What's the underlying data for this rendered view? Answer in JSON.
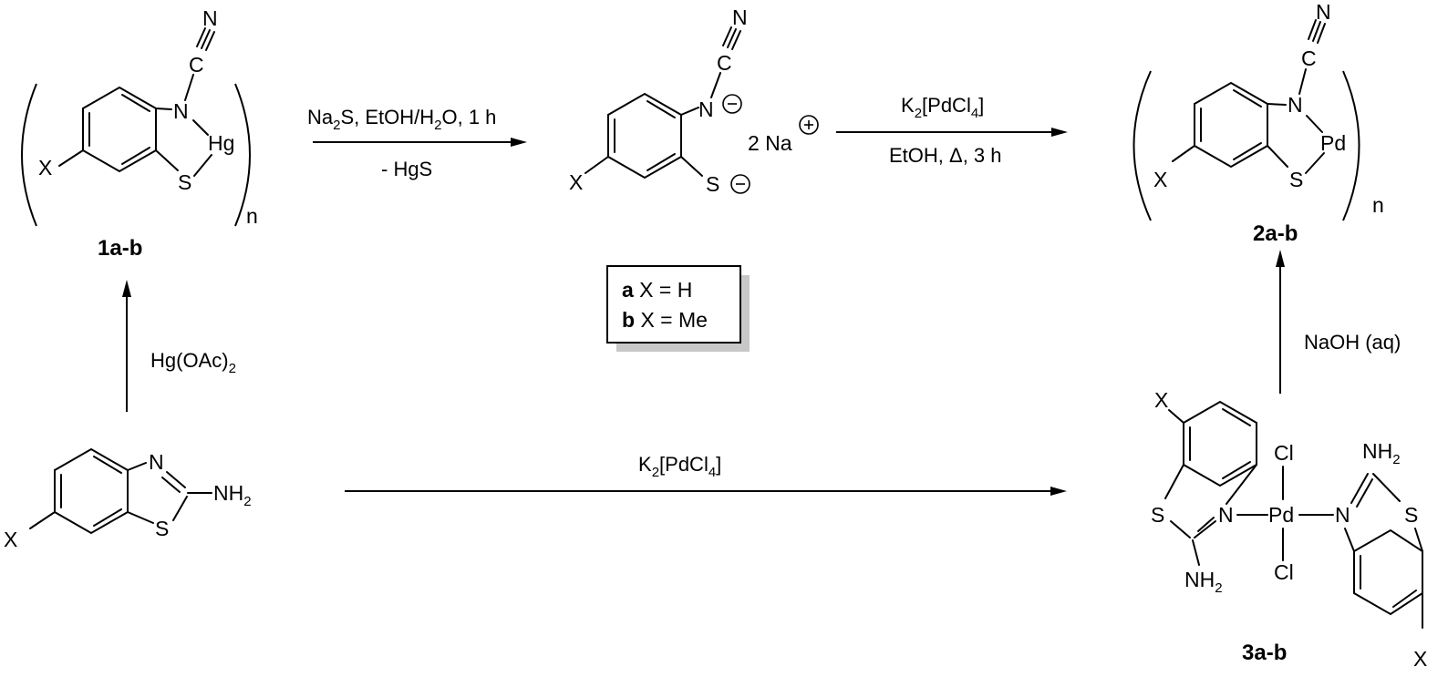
{
  "compounds": {
    "c1": {
      "label": "1a-b",
      "subscript": "n",
      "substituent": "X",
      "atoms": {
        "n": "N",
        "c": "C",
        "n_cyano": "N",
        "hg": "Hg",
        "s": "S"
      }
    },
    "intermediate": {
      "substituent": "X",
      "atoms": {
        "n": "N",
        "c": "C",
        "n_cyano": "N",
        "s": "S"
      },
      "counterion_count": "2 Na"
    },
    "c2": {
      "label": "2a-b",
      "subscript": "n",
      "substituent": "X",
      "atoms": {
        "n": "N",
        "c": "C",
        "n_cyano": "N",
        "pd": "Pd",
        "s": "S"
      }
    },
    "start": {
      "substituent": "X",
      "atoms": {
        "n": "N",
        "s": "S",
        "nh": "NH",
        "sub_2": "2"
      }
    },
    "c3": {
      "label": "3a-b",
      "substituent_top": "X",
      "substituent_bottom": "X",
      "atoms": {
        "s_left": "S",
        "n_left": "N",
        "nh_left": "NH",
        "nh_left_sub": "2",
        "pd": "Pd",
        "cl_top": "Cl",
        "cl_bottom": "Cl",
        "n_right": "N",
        "s_right": "S",
        "nh_right": "NH",
        "nh_right_sub": "2"
      }
    }
  },
  "conditions": {
    "step1_top": {
      "a": "Na",
      "a_sub": "2",
      "b": "S, EtOH/H",
      "b_sub": "2",
      "c": "O, 1 h"
    },
    "step1_bottom": "- HgS",
    "step2_top": {
      "a": "K",
      "a_sub": "2",
      "b": "[PdCl",
      "b_sub": "4",
      "c": "]"
    },
    "step2_bottom": "EtOH, Δ,  3 h",
    "step3": {
      "a": "Hg(OAc)",
      "a_sub": "2"
    },
    "step4": {
      "a": "K",
      "a_sub": "2",
      "b": "[PdCl",
      "b_sub": "4",
      "c": "]"
    },
    "step5": "NaOH (aq)"
  },
  "legend": {
    "row_a": {
      "key": "a",
      "text": " X = H"
    },
    "row_b": {
      "key": "b",
      "text": " X = Me"
    }
  }
}
